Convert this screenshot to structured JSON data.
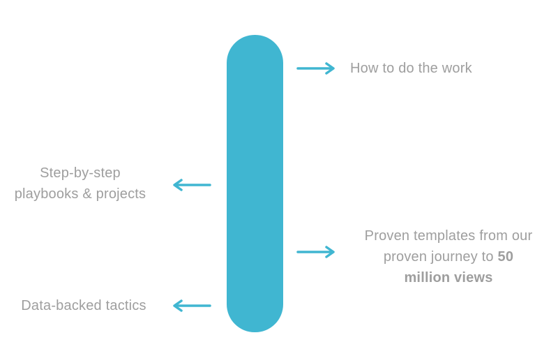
{
  "diagram": {
    "accent_color": "#40b6d1",
    "text_color": "#9e9e9e",
    "items": [
      {
        "direction": "right",
        "text": "How to do the work"
      },
      {
        "direction": "left",
        "line1": "Step-by-step",
        "line2": "playbooks & projects"
      },
      {
        "direction": "right",
        "line1": "Proven templates from our",
        "line2_prefix": "proven journey to ",
        "line2_bold": "50",
        "line3_bold": "million views"
      },
      {
        "direction": "left",
        "text": "Data-backed tactics"
      }
    ],
    "icons": {
      "arrow_right": "arrow-right-icon",
      "arrow_left": "arrow-left-icon"
    }
  }
}
